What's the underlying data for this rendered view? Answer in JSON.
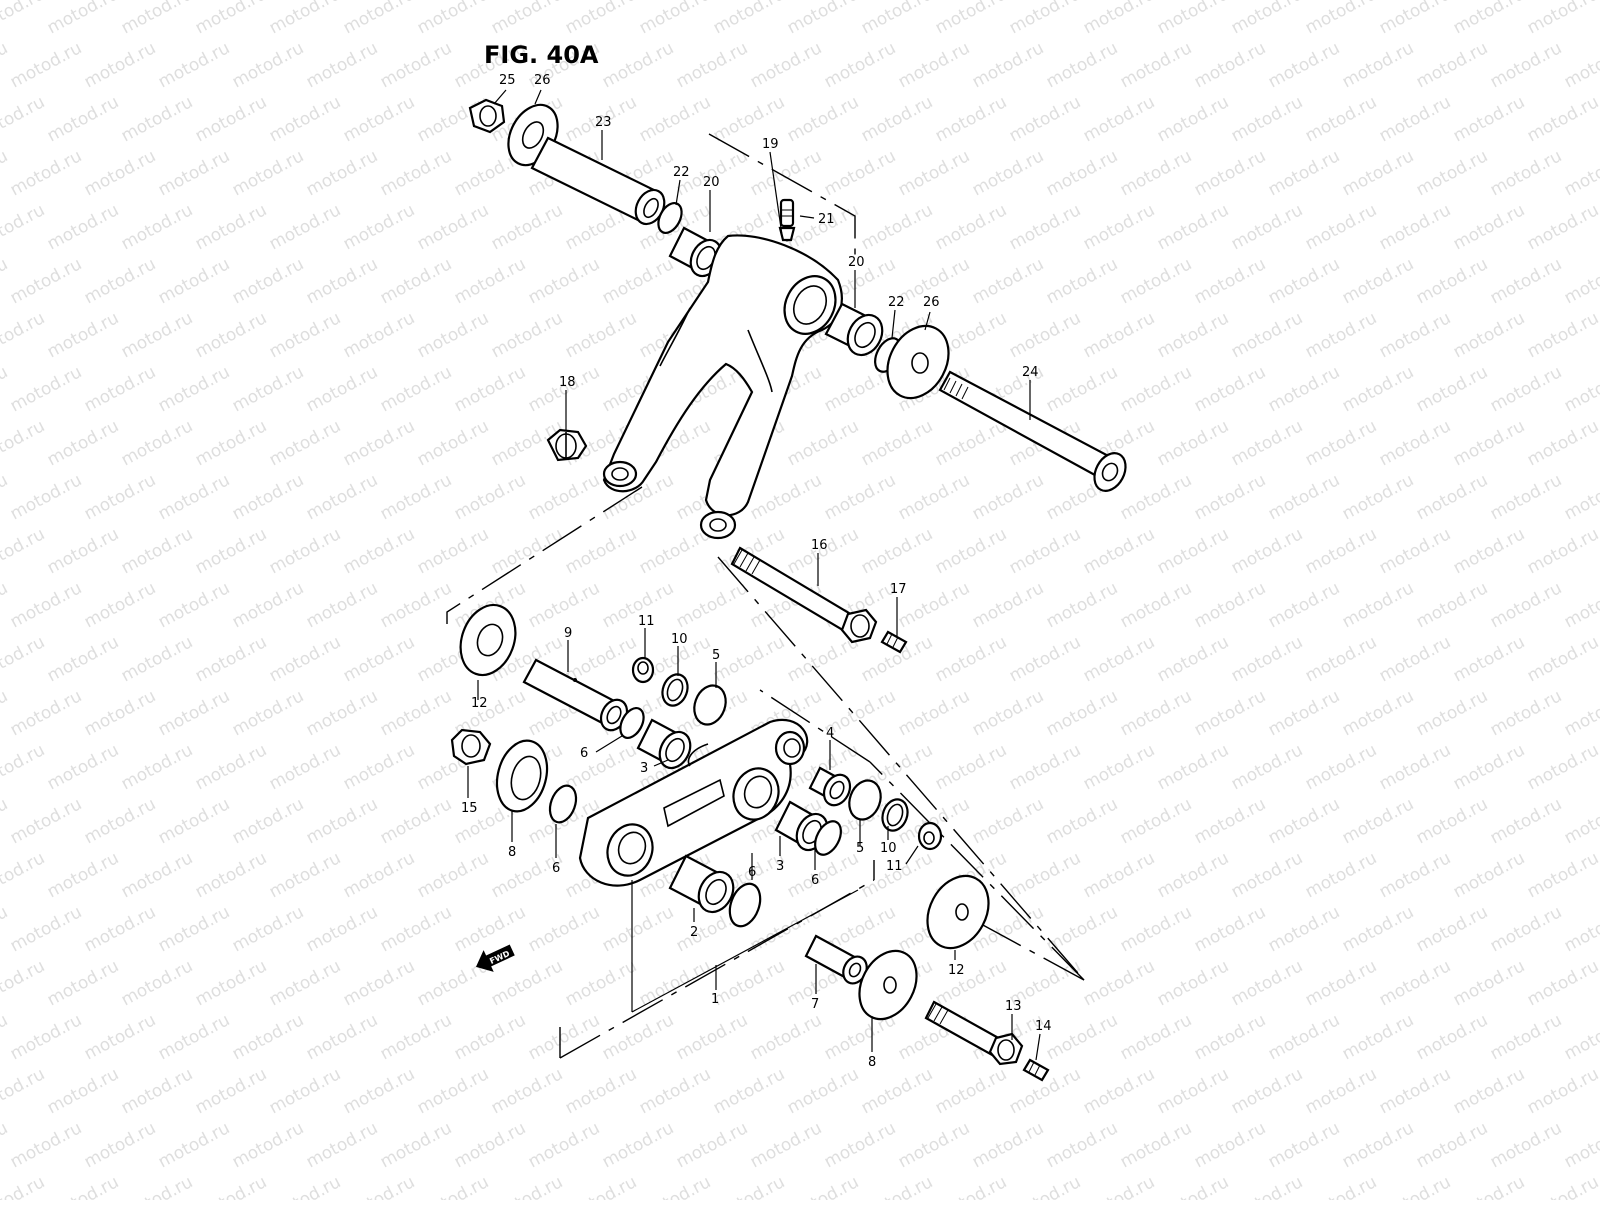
{
  "figure": {
    "title": "FIG. 40A"
  },
  "watermark": {
    "text": "motod.ru"
  },
  "fwd_badge": {
    "text": "FWD"
  },
  "callouts": [
    {
      "id": "c25",
      "num": "25"
    },
    {
      "id": "c26a",
      "num": "26"
    },
    {
      "id": "c23",
      "num": "23"
    },
    {
      "id": "c22a",
      "num": "22"
    },
    {
      "id": "c20a",
      "num": "20"
    },
    {
      "id": "c19",
      "num": "19"
    },
    {
      "id": "c21",
      "num": "21"
    },
    {
      "id": "c20b",
      "num": "20"
    },
    {
      "id": "c22b",
      "num": "22"
    },
    {
      "id": "c26b",
      "num": "26"
    },
    {
      "id": "c24",
      "num": "24"
    },
    {
      "id": "c18",
      "num": "18"
    },
    {
      "id": "c16",
      "num": "16"
    },
    {
      "id": "c17",
      "num": "17"
    },
    {
      "id": "c12a",
      "num": "12"
    },
    {
      "id": "c9",
      "num": "9"
    },
    {
      "id": "c11a",
      "num": "11"
    },
    {
      "id": "c10a",
      "num": "10"
    },
    {
      "id": "c5a",
      "num": "5"
    },
    {
      "id": "c6a",
      "num": "6"
    },
    {
      "id": "c3a",
      "num": "3"
    },
    {
      "id": "c4",
      "num": "4"
    },
    {
      "id": "c15",
      "num": "15"
    },
    {
      "id": "c8a",
      "num": "8"
    },
    {
      "id": "c6b",
      "num": "6"
    },
    {
      "id": "c10b",
      "num": "10"
    },
    {
      "id": "c11b",
      "num": "11"
    },
    {
      "id": "c5b",
      "num": "5"
    },
    {
      "id": "c3b",
      "num": "3"
    },
    {
      "id": "c6c",
      "num": "6"
    },
    {
      "id": "c6d",
      "num": "6"
    },
    {
      "id": "c2",
      "num": "2"
    },
    {
      "id": "c12b",
      "num": "12"
    },
    {
      "id": "c1",
      "num": "1"
    },
    {
      "id": "c7",
      "num": "7"
    },
    {
      "id": "c8b",
      "num": "8"
    },
    {
      "id": "c13",
      "num": "13"
    },
    {
      "id": "c14",
      "num": "14"
    }
  ]
}
